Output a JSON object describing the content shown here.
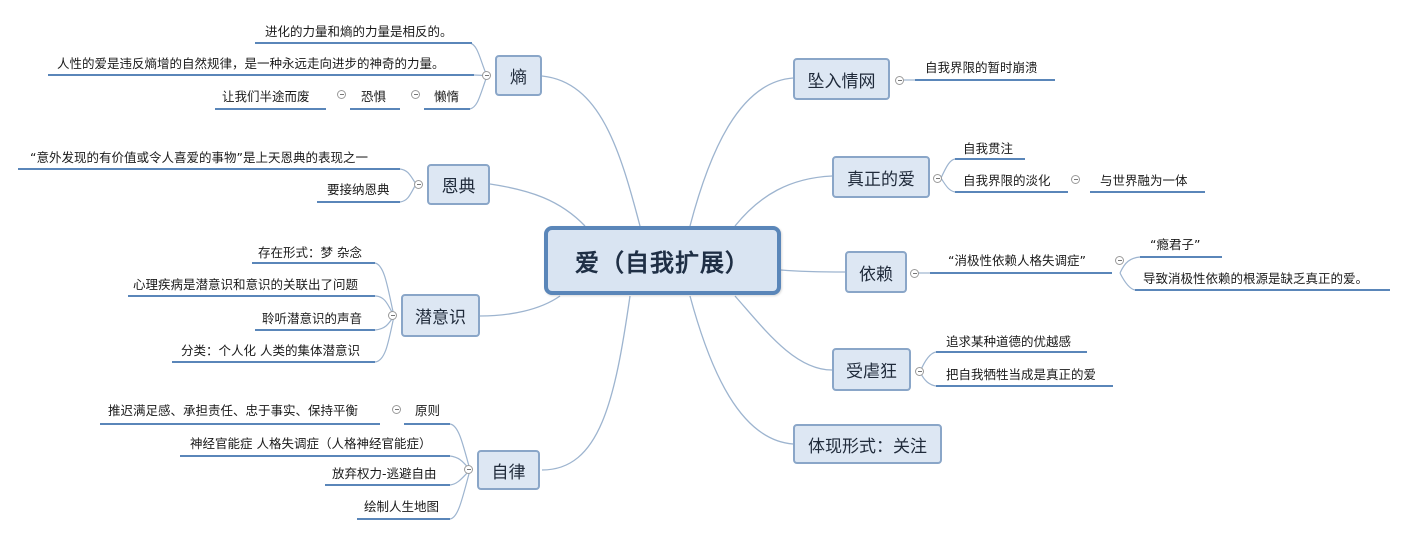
{
  "central": "爱（自我扩展）",
  "left_topics": [
    {
      "id": "shang",
      "label": "熵"
    },
    {
      "id": "endian",
      "label": "恩典"
    },
    {
      "id": "qianyishi",
      "label": "潜意识"
    },
    {
      "id": "zilv",
      "label": "自律"
    }
  ],
  "right_topics": [
    {
      "id": "zhuiru",
      "label": "坠入情网"
    },
    {
      "id": "zhenzheng",
      "label": "真正的爱"
    },
    {
      "id": "yilai",
      "label": "依赖"
    },
    {
      "id": "shounue",
      "label": "受虐狂"
    },
    {
      "id": "tixian",
      "label": "体现形式：关注"
    }
  ],
  "leaves": {
    "shang_1": "进化的力量和熵的力量是相反的。",
    "shang_2": "人性的爱是违反熵增的自然规律，是一种永远走向进步的神奇的力量。",
    "shang_3": "让我们半途而废",
    "shang_3_kongju": "恐惧",
    "shang_3_landuo": "懒惰",
    "endian_1": "“意外发现的有价值或令人喜爱的事物”是上天恩典的表现之一",
    "endian_2": "要接纳恩典",
    "qian_1": "存在形式：梦 杂念",
    "qian_2": "心理疾病是潜意识和意识的关联出了问题",
    "qian_3": "聆听潜意识的声音",
    "qian_4": "分类：个人化 人类的集体潜意识",
    "zilv_1": "推迟满足感、承担责任、忠于事实、保持平衡",
    "zilv_1_yuanze": "原则",
    "zilv_2": "神经官能症 人格失调症（人格神经官能症）",
    "zilv_3": "放弃权力-逃避自由",
    "zilv_4": "绘制人生地图",
    "zhuiru_1": "自我界限的暂时崩溃",
    "zhen_1": "自我贯注",
    "zhen_2": "自我界限的淡化",
    "zhen_2_1": "与世界融为一体",
    "yilai_1": "“消极性依赖人格失调症”",
    "yilai_1_1": "“瘾君子”",
    "yilai_1_2": "导致消极性依赖的根源是缺乏真正的爱。",
    "shounue_1": "追求某种道德的优越感",
    "shounue_2": "把自我牺牲当成是真正的爱"
  },
  "colors": {
    "topic_fill": "#dde7f3",
    "topic_border": "#8aa6c8",
    "central_border": "#5a86b9",
    "line": "#9db4cf"
  }
}
